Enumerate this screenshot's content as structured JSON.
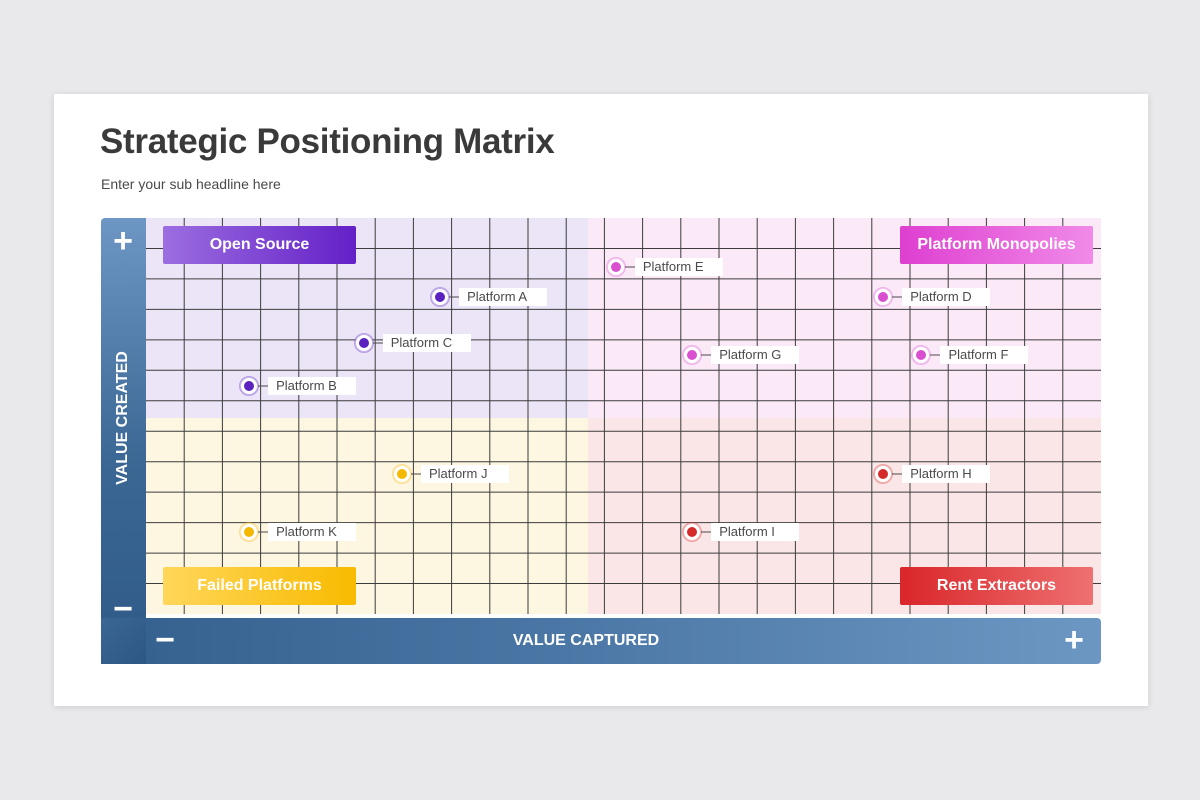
{
  "title": "Strategic Positioning Matrix",
  "subtitle": "Enter your sub headline here",
  "axes": {
    "y_label": "VALUE CREATED",
    "x_label": "VALUE CAPTURED",
    "y_top_sign": "+",
    "y_bottom_sign": "−",
    "x_left_sign": "−",
    "x_right_sign": "+"
  },
  "quadrants": {
    "top_left": "Open Source",
    "top_right": "Platform Monopolies",
    "bottom_left": "Failed Platforms",
    "bottom_right": "Rent Extractors"
  },
  "colors": {
    "purple": "#5a23c0",
    "magenta": "#d94fd0",
    "yellow": "#f5b800",
    "red": "#d42a2a",
    "axis_blue": "#3b6794"
  },
  "chart_data": {
    "type": "scatter",
    "title": "Strategic Positioning Matrix",
    "xlabel": "VALUE CAPTURED",
    "ylabel": "VALUE CREATED",
    "xlim": [
      0,
      25
    ],
    "ylim": [
      0,
      13
    ],
    "grid": true,
    "points": [
      {
        "name": "Platform A",
        "x": 7.7,
        "y": 10.4,
        "color": "#5a23c0"
      },
      {
        "name": "Platform B",
        "x": 2.7,
        "y": 7.5,
        "color": "#5a23c0"
      },
      {
        "name": "Platform C",
        "x": 5.7,
        "y": 8.9,
        "color": "#5a23c0"
      },
      {
        "name": "Platform D",
        "x": 19.3,
        "y": 10.4,
        "color": "#d94fd0"
      },
      {
        "name": "Platform E",
        "x": 12.3,
        "y": 11.4,
        "color": "#d94fd0"
      },
      {
        "name": "Platform F",
        "x": 20.3,
        "y": 8.5,
        "color": "#d94fd0"
      },
      {
        "name": "Platform G",
        "x": 14.3,
        "y": 8.5,
        "color": "#d94fd0"
      },
      {
        "name": "Platform H",
        "x": 19.3,
        "y": 4.6,
        "color": "#d42a2a"
      },
      {
        "name": "Platform I",
        "x": 14.3,
        "y": 2.7,
        "color": "#d42a2a"
      },
      {
        "name": "Platform J",
        "x": 6.7,
        "y": 4.6,
        "color": "#f5b800"
      },
      {
        "name": "Platform K",
        "x": 2.7,
        "y": 2.7,
        "color": "#f5b800"
      }
    ]
  }
}
